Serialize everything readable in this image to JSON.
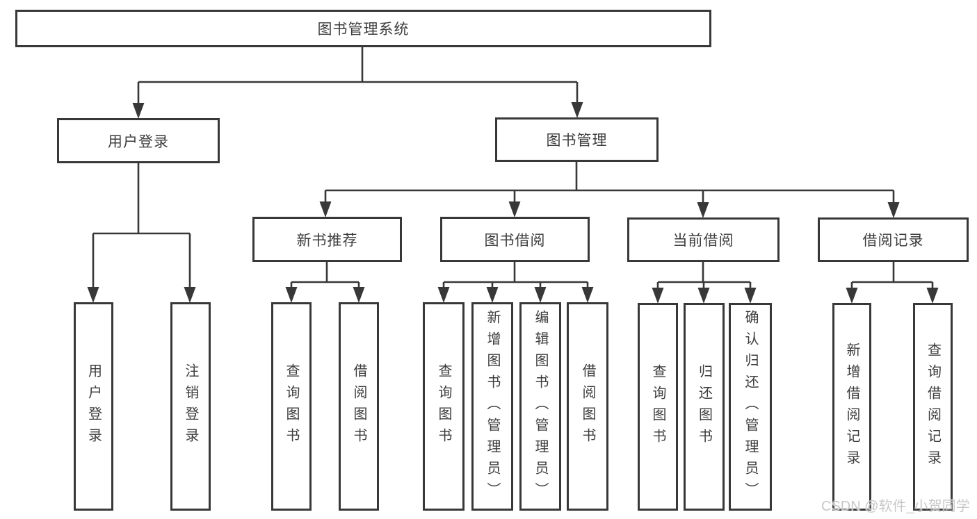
{
  "tree": {
    "root": {
      "label": "图书管理系统",
      "children": [
        {
          "label": "用户登录",
          "children": [
            {
              "label": "用户登录"
            },
            {
              "label": "注销登录"
            }
          ]
        },
        {
          "label": "图书管理",
          "children": [
            {
              "label": "新书推荐",
              "children": [
                {
                  "label": "查询图书"
                },
                {
                  "label": "借阅图书"
                }
              ]
            },
            {
              "label": "图书借阅",
              "children": [
                {
                  "label": "查询图书"
                },
                {
                  "label": "新增图书（管理员）"
                },
                {
                  "label": "编辑图书（管理员）"
                },
                {
                  "label": "借阅图书"
                }
              ]
            },
            {
              "label": "当前借阅",
              "children": [
                {
                  "label": "查询图书"
                },
                {
                  "label": "归还图书"
                },
                {
                  "label": "确认归还（管理员）"
                }
              ]
            },
            {
              "label": "借阅记录",
              "children": [
                {
                  "label": "新增借阅记录"
                },
                {
                  "label": "查询借阅记录"
                }
              ]
            }
          ]
        }
      ]
    }
  },
  "watermark": {
    "text": "CSDN @软件_小贺同学"
  },
  "colors": {
    "line": "#383838",
    "text": "#3d3d3d",
    "watermark": "#c8c8c8",
    "background": "#ffffff"
  }
}
